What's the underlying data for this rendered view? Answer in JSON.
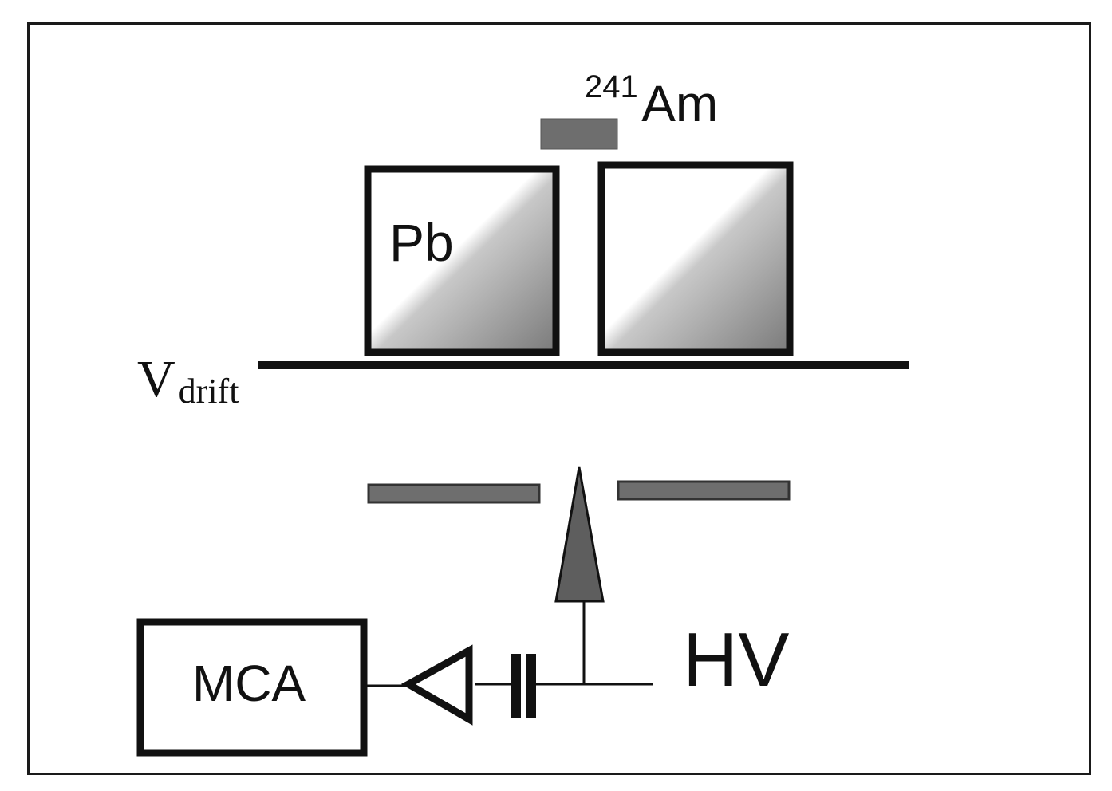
{
  "source": {
    "mass_number": "241",
    "element": "Am"
  },
  "shield": {
    "label": "Pb"
  },
  "drift": {
    "symbol": "V",
    "subscript": "drift"
  },
  "readout": {
    "mca_label": "MCA",
    "hv_label": "HV"
  },
  "colors": {
    "outline": "#111111",
    "lead_fill_dark": "#7a7a7a",
    "lead_fill_light": "#ffffff",
    "source_fill": "#6e6e6e",
    "grid_fill": "#6e6e6e",
    "anode_fill": "#5e5e5e"
  }
}
